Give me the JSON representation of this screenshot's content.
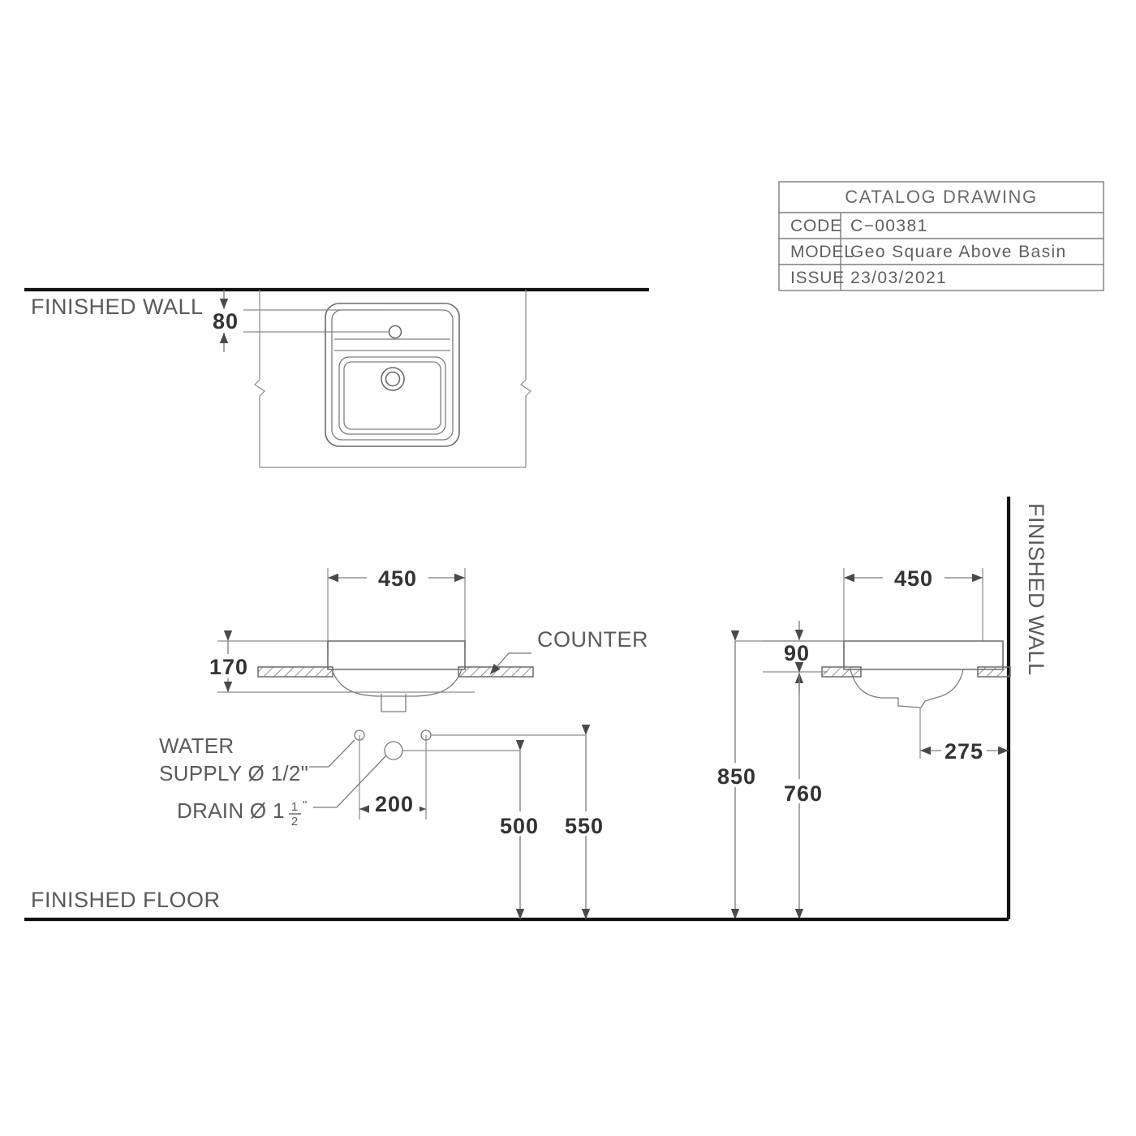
{
  "sheet": {
    "kind": "technical-catalog-drawing",
    "units": "mm",
    "background": "#ffffff",
    "line_color": "#6b6b6b",
    "heavy_line_color": "#111111",
    "text_color": "#5a5a5a"
  },
  "title_block": {
    "header": "CATALOG  DRAWING",
    "rows": [
      {
        "key": "CODE",
        "value": "C−00381"
      },
      {
        "key": "MODEL",
        "value": "Geo  Square  Above  Basin"
      },
      {
        "key": "ISSUE",
        "value": "23/03/2021"
      }
    ]
  },
  "labels": {
    "finished_wall_top": "FINISHED WALL",
    "finished_wall_right": "FINISHED WALL",
    "finished_floor": "FINISHED FLOOR",
    "counter": "COUNTER",
    "water_supply_line1": "WATER",
    "water_supply_line2": "SUPPLY Ø 1/2\"",
    "drain_prefix": "DRAIN Ø 1",
    "drain_frac_num": "1",
    "drain_frac_den": "2",
    "drain_suffix": "\""
  },
  "dimensions": {
    "top_view_wall_to_taphole": "80",
    "front_width": "450",
    "front_height": "170",
    "side_depth": "450",
    "side_body_height": "90",
    "side_drain_from_wall": "275",
    "supply_spacing": "200",
    "drain_height_from_floor": "500",
    "supply_height_from_floor": "550",
    "counter_height_from_floor": "850",
    "basin_underside_from_floor": "760"
  },
  "views": {
    "top_view": {
      "name": "plan-view",
      "note": "square basin, rounded corners, single tap hole, centre drain"
    },
    "front_elevation": {
      "name": "front-elevation",
      "note": "basin set above counter slab"
    },
    "side_elevation": {
      "name": "side-elevation",
      "note": "basin at finished wall"
    },
    "rough_in": {
      "name": "rough-in-plumbing",
      "note": "water supply and drain set-out"
    }
  }
}
